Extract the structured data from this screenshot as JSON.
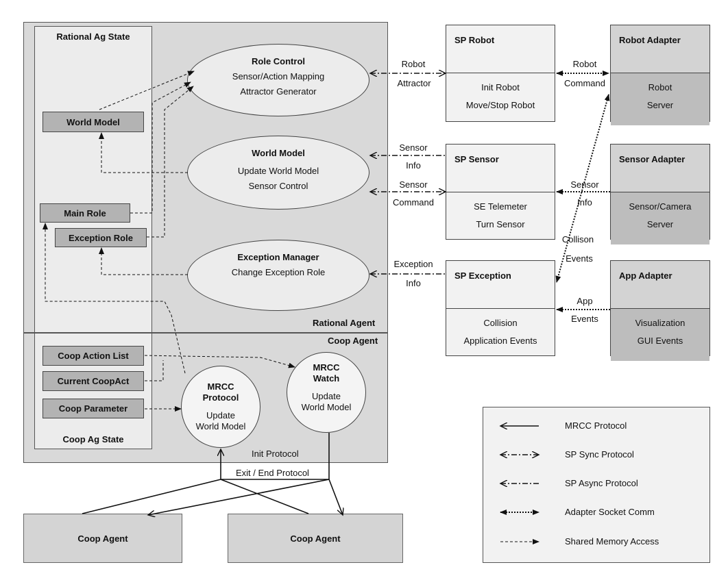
{
  "rational_ag_state": {
    "title": "Rational Ag State",
    "boxes": [
      "World Model",
      "Main Role",
      "Exception Role"
    ]
  },
  "coop_ag_state": {
    "title": "Coop Ag State",
    "boxes": [
      "Coop Action List",
      "Current CoopAct",
      "Coop Parameter"
    ]
  },
  "rational_agent_label": "Rational Agent",
  "coop_agent_label": "Coop Agent",
  "role_control": {
    "title": "Role Control",
    "lines": [
      "Sensor/Action Mapping",
      "Attractor Generator"
    ]
  },
  "world_model_ellipse": {
    "title": "World Model",
    "lines": [
      "Update World Model",
      "Sensor Control"
    ]
  },
  "exception_manager": {
    "title": "Exception Manager",
    "lines": [
      "Change Exception Role"
    ]
  },
  "mrcc_protocol": {
    "title1": "MRCC",
    "title2": "Protocol",
    "line1": "Update",
    "line2": "World Model"
  },
  "mrcc_watch": {
    "title1": "MRCC",
    "title2": "Watch",
    "line1": "Update",
    "line2": "World Model"
  },
  "init_protocol": "Init Protocol",
  "exit_protocol": "Exit / End Protocol",
  "coop_agents": [
    "Coop Agent",
    "Coop Agent"
  ],
  "sp_robot": {
    "title": "SP Robot",
    "lines": [
      "Init Robot",
      "Move/Stop Robot"
    ]
  },
  "sp_sensor": {
    "title": "SP Sensor",
    "lines": [
      "SE Telemeter",
      "Turn Sensor"
    ]
  },
  "sp_exception": {
    "title": "SP Exception",
    "lines": [
      "Collision",
      "Application Events"
    ]
  },
  "robot_adapter": {
    "title": "Robot Adapter",
    "lines": [
      "Robot",
      "Server"
    ]
  },
  "sensor_adapter": {
    "title": "Sensor Adapter",
    "lines": [
      "Sensor/Camera",
      "Server"
    ]
  },
  "app_adapter": {
    "title": "App Adapter",
    "lines": [
      "Visualization",
      "GUI Events"
    ]
  },
  "connector_labels": {
    "robot": "Robot",
    "attractor": "Attractor",
    "sensor1": "Sensor",
    "info1": "Info",
    "sensor2": "Sensor",
    "command2": "Command",
    "exception": "Exception",
    "info3": "Info",
    "robot_cmd1": "Robot",
    "robot_cmd2": "Command",
    "sensor_info1": "Sensor",
    "sensor_info2": "Info",
    "collision1": "Collison",
    "collision2": "Events",
    "app1": "App",
    "app2": "Events"
  },
  "legend": [
    "MRCC Protocol",
    "SP Sync Protocol",
    "SP Async Protocol",
    "Adapter Socket Comm",
    "Shared Memory Access"
  ]
}
